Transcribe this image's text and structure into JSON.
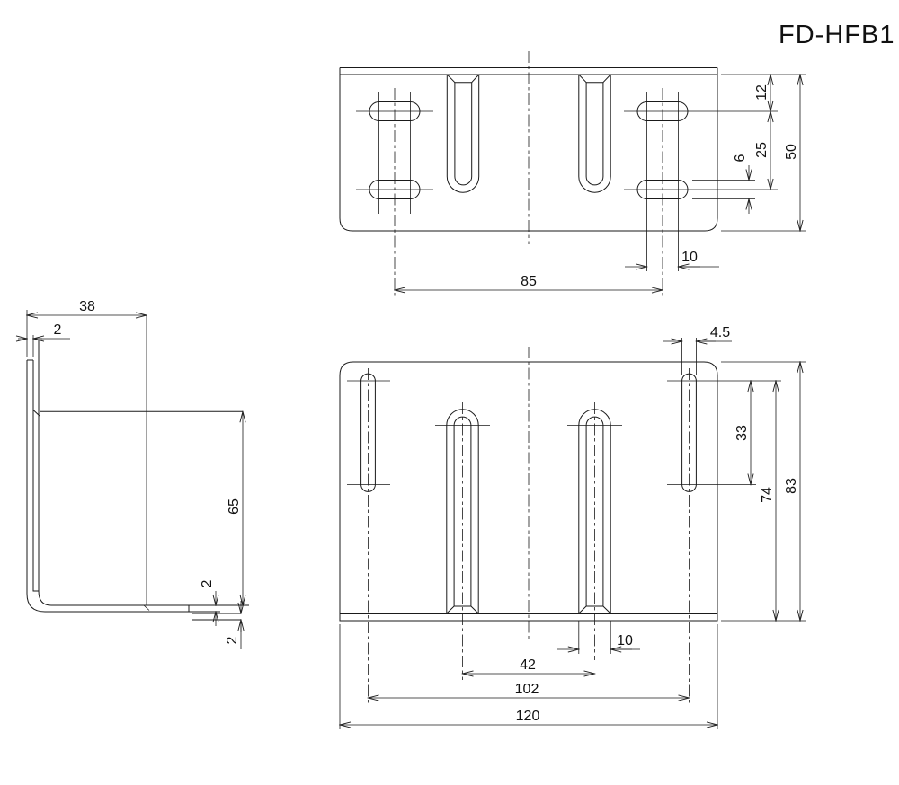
{
  "title": "FD-HFB1",
  "colors": {
    "line_color": "#1a1a1a",
    "background": "#ffffff"
  },
  "views": {
    "side": {
      "dims": {
        "flange_depth": "38",
        "wall_thickness": "2",
        "slot_top_height": "65",
        "plate_thickness": "2",
        "panel_thickness": "2"
      }
    },
    "top": {
      "dims": {
        "hole_pitch": "85",
        "hole_slot_length": "10",
        "edge_to_first_row": "12",
        "row_pitch": "25",
        "flange_depth": "50",
        "hole_width": "6"
      }
    },
    "front": {
      "dims": {
        "side_slot_width": "4.5",
        "side_slot_length": "33",
        "side_slot_height": "74",
        "plate_height": "83",
        "center_slot_width": "10",
        "center_slot_pitch": "42",
        "side_slot_pitch": "102",
        "plate_width": "120"
      }
    }
  }
}
